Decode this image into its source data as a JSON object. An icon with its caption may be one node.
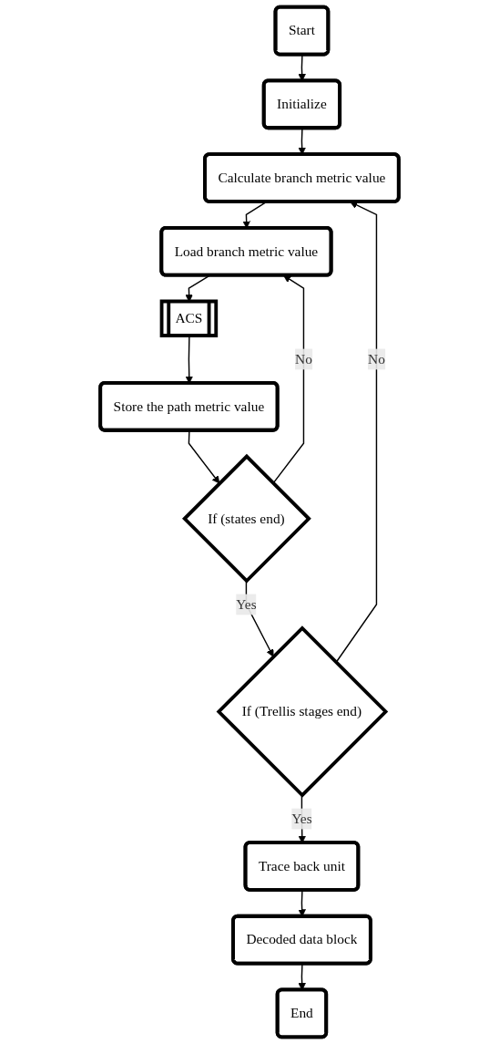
{
  "diagram": {
    "nodes": [
      {
        "text": [
          "Start"
        ]
      },
      {
        "text": [
          "Initialize"
        ]
      },
      {
        "text": [
          "Calculate branch metric value"
        ]
      },
      {
        "text": [
          "Load branch metric value"
        ]
      },
      {
        "text": [
          "ACS"
        ]
      },
      {
        "text": [
          "Store the path metric value"
        ]
      },
      {
        "text": [
          "If (states end)"
        ]
      },
      {
        "text": [
          "If (Trellis stages end)"
        ]
      },
      {
        "text": [
          "Trace back unit"
        ]
      },
      {
        "text": [
          "Decoded data block"
        ]
      },
      {
        "text": [
          "End"
        ]
      }
    ],
    "edges": [
      {
        "from": 0,
        "to": 1,
        "arrow": "to"
      },
      {
        "from": 1,
        "to": 2,
        "arrow": "to"
      },
      {
        "from": 2,
        "to": 3,
        "arrow": "to"
      },
      {
        "from": 3,
        "to": 4,
        "arrow": "to"
      },
      {
        "from": 4,
        "to": 5,
        "arrow": "to"
      },
      {
        "from": 5,
        "to": 6,
        "arrow": "to"
      },
      {
        "from": 6,
        "to": 3,
        "arrow": "to",
        "label": "No"
      },
      {
        "from": 6,
        "to": 7,
        "arrow": "to",
        "label": "Yes"
      },
      {
        "from": 7,
        "to": 2,
        "arrow": "to",
        "label": "No"
      },
      {
        "from": 7,
        "to": 8,
        "arrow": "to",
        "label": "Yes"
      },
      {
        "from": 8,
        "to": 9,
        "arrow": "to"
      },
      {
        "from": 9,
        "to": 10,
        "arrow": "to"
      }
    ]
  }
}
